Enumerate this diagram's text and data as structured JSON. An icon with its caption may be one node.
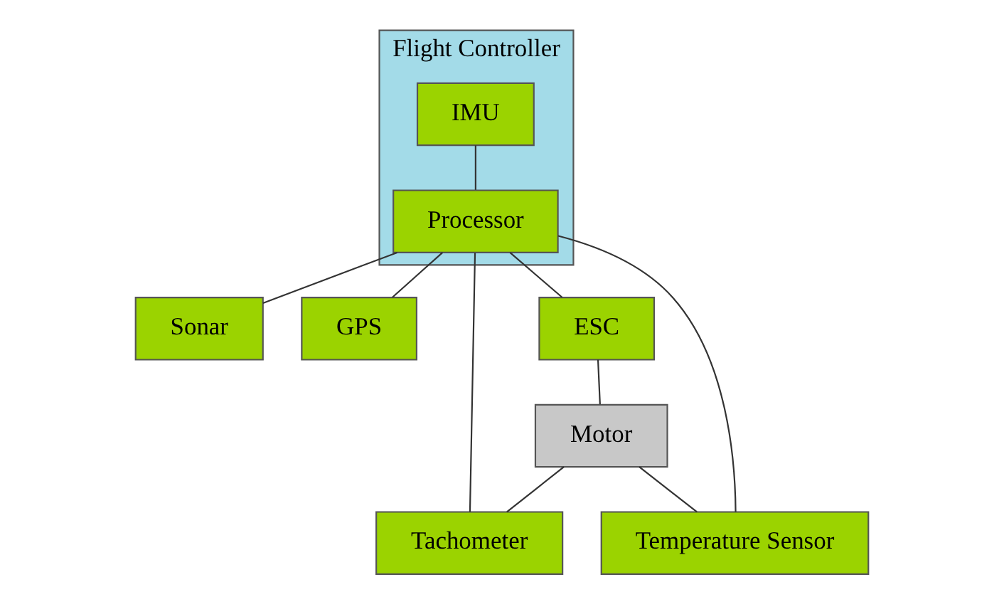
{
  "diagram": {
    "nodes": [
      {
        "text": [
          "Flight Controller"
        ]
      },
      {
        "text": [
          "IMU"
        ],
        "in": 0
      },
      {
        "text": [
          "Processor"
        ],
        "in": 0
      },
      {
        "text": [
          "Sonar"
        ]
      },
      {
        "text": [
          "GPS"
        ]
      },
      {
        "text": [
          "ESC"
        ]
      },
      {
        "text": [
          "Motor"
        ]
      },
      {
        "text": [
          "Tachometer"
        ]
      },
      {
        "text": [
          "Temperature Sensor"
        ]
      }
    ],
    "edges": [
      {
        "from": 1,
        "to": 2,
        "arrow": "none"
      },
      {
        "from": 2,
        "to": 3,
        "arrow": "none"
      },
      {
        "from": 2,
        "to": 4,
        "arrow": "none"
      },
      {
        "from": 2,
        "to": 5,
        "arrow": "none"
      },
      {
        "from": 5,
        "to": 6,
        "arrow": "none"
      },
      {
        "from": 2,
        "to": 7,
        "arrow": "none"
      },
      {
        "from": 2,
        "to": 8,
        "arrow": "none"
      },
      {
        "from": 6,
        "to": 7,
        "arrow": "none"
      },
      {
        "from": 6,
        "to": 8,
        "arrow": "none"
      }
    ]
  }
}
